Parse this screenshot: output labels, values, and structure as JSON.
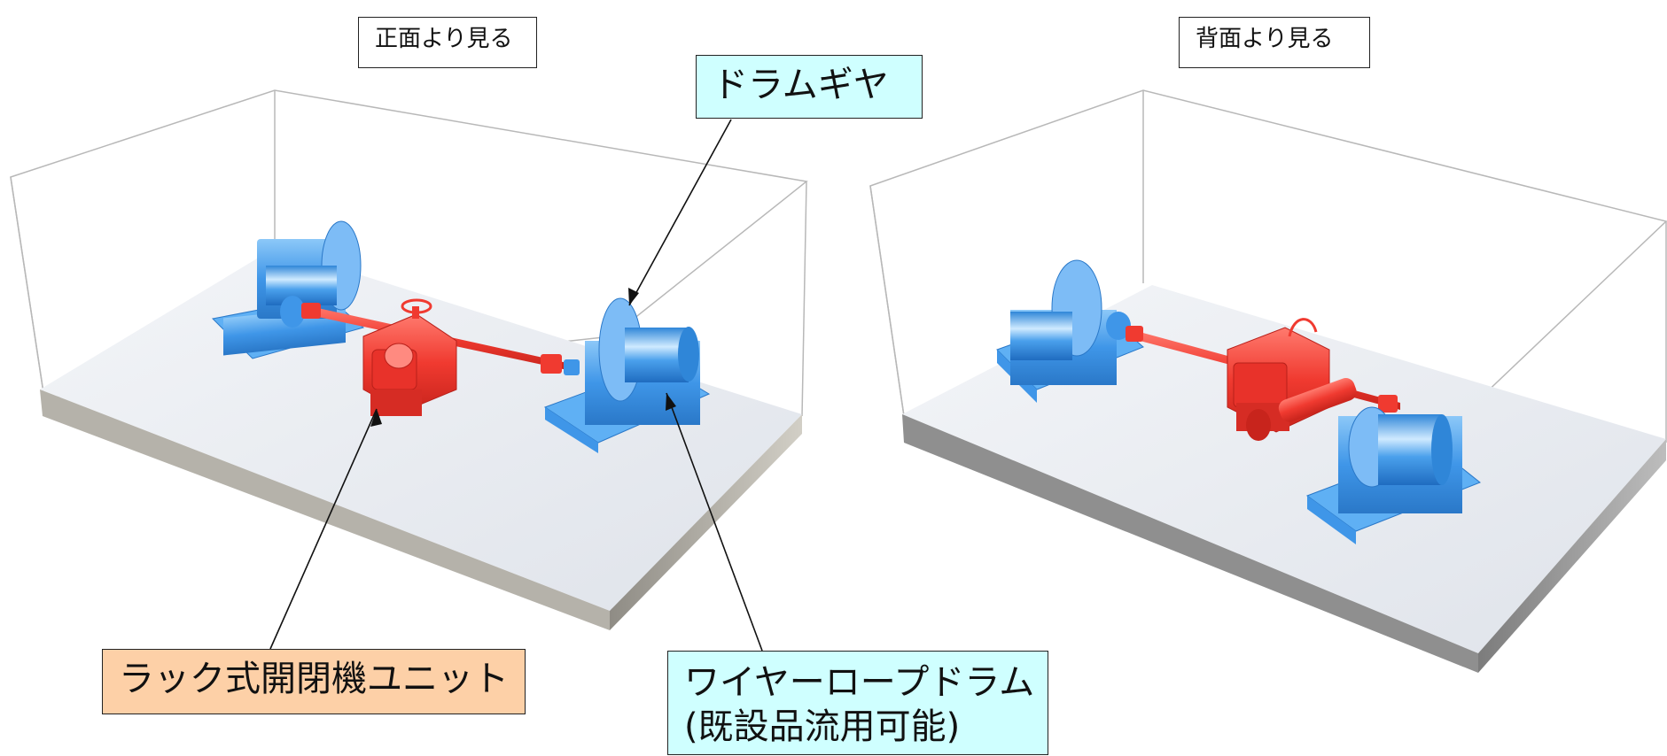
{
  "titles": {
    "front": "正面より見る",
    "back": "背面より見る"
  },
  "callouts": {
    "drum_gear": "ドラムギヤ",
    "rack_unit": "ラック式開閉機ユニット",
    "wire_rope_drum": "ワイヤーロープドラム\n(既設品流用可能)"
  },
  "colors": {
    "existing_equipment": "#3f96e8",
    "rack_unit": "#f03a30",
    "callout_cyan": "#cfffff",
    "callout_orange": "#fdd0a7",
    "floor_top": "#eef0f4",
    "floor_side": "#c9c6bd"
  }
}
